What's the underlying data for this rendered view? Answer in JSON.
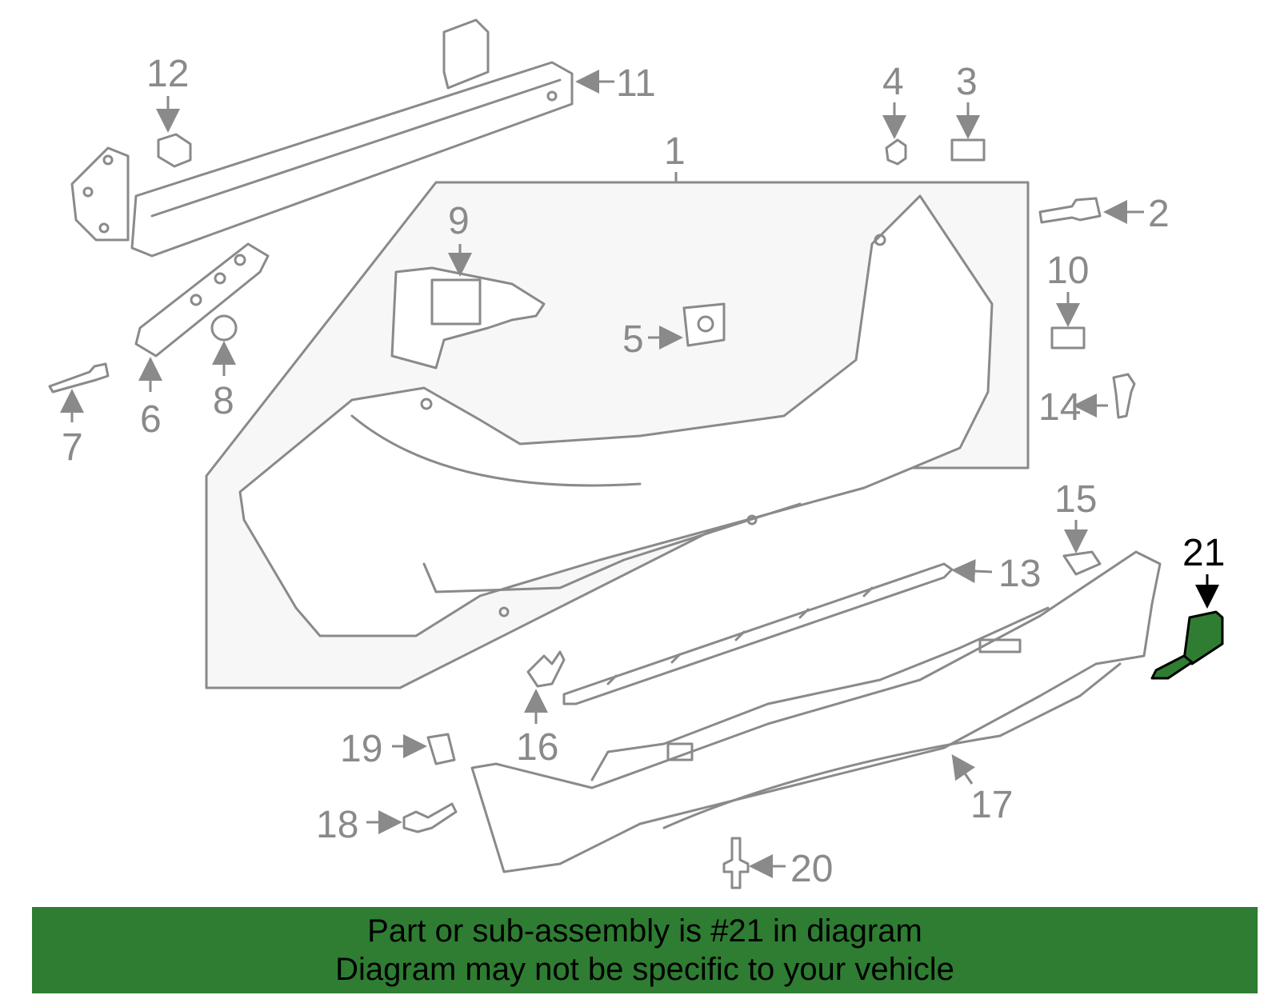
{
  "diagram": {
    "callouts": [
      {
        "id": "c1",
        "label": "1"
      },
      {
        "id": "c2",
        "label": "2"
      },
      {
        "id": "c3",
        "label": "3"
      },
      {
        "id": "c4",
        "label": "4"
      },
      {
        "id": "c5",
        "label": "5"
      },
      {
        "id": "c6",
        "label": "6"
      },
      {
        "id": "c7",
        "label": "7"
      },
      {
        "id": "c8",
        "label": "8"
      },
      {
        "id": "c9",
        "label": "9"
      },
      {
        "id": "c10",
        "label": "10"
      },
      {
        "id": "c11",
        "label": "11"
      },
      {
        "id": "c12",
        "label": "12"
      },
      {
        "id": "c13",
        "label": "13"
      },
      {
        "id": "c14",
        "label": "14"
      },
      {
        "id": "c15",
        "label": "15"
      },
      {
        "id": "c16",
        "label": "16"
      },
      {
        "id": "c17",
        "label": "17"
      },
      {
        "id": "c18",
        "label": "18"
      },
      {
        "id": "c19",
        "label": "19"
      },
      {
        "id": "c20",
        "label": "20"
      },
      {
        "id": "c21",
        "label": "21"
      }
    ],
    "highlight_color": "#2e7d32",
    "line_color": "#8a8a8a"
  },
  "banner": {
    "line1": "Part or sub-assembly is #21 in diagram",
    "line2": "Diagram may not be specific to your vehicle",
    "background": "#2e7d32"
  }
}
